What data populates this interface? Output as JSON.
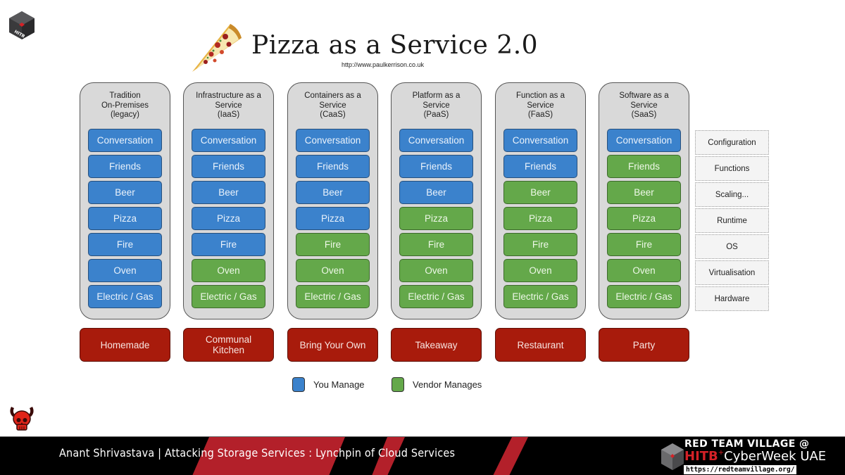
{
  "slide": {
    "title": "Pizza as a Service 2.0",
    "url": "http://www.paulkerrison.co.uk"
  },
  "columns": [
    {
      "header": [
        "Tradition",
        "On-Premises",
        "(legacy)"
      ],
      "analogy": "Homemade",
      "cells": [
        {
          "label": "Conversation",
          "managed_by": "you"
        },
        {
          "label": "Friends",
          "managed_by": "you"
        },
        {
          "label": "Beer",
          "managed_by": "you"
        },
        {
          "label": "Pizza",
          "managed_by": "you"
        },
        {
          "label": "Fire",
          "managed_by": "you"
        },
        {
          "label": "Oven",
          "managed_by": "you"
        },
        {
          "label": "Electric / Gas",
          "managed_by": "you"
        }
      ]
    },
    {
      "header": [
        "Infrastructure as a",
        "Service",
        "(IaaS)"
      ],
      "analogy": "Communal Kitchen",
      "cells": [
        {
          "label": "Conversation",
          "managed_by": "you"
        },
        {
          "label": "Friends",
          "managed_by": "you"
        },
        {
          "label": "Beer",
          "managed_by": "you"
        },
        {
          "label": "Pizza",
          "managed_by": "you"
        },
        {
          "label": "Fire",
          "managed_by": "you"
        },
        {
          "label": "Oven",
          "managed_by": "vendor"
        },
        {
          "label": "Electric / Gas",
          "managed_by": "vendor"
        }
      ]
    },
    {
      "header": [
        "Containers as a",
        "Service",
        "(CaaS)"
      ],
      "analogy": "Bring Your Own",
      "cells": [
        {
          "label": "Conversation",
          "managed_by": "you"
        },
        {
          "label": "Friends",
          "managed_by": "you"
        },
        {
          "label": "Beer",
          "managed_by": "you"
        },
        {
          "label": "Pizza",
          "managed_by": "you"
        },
        {
          "label": "Fire",
          "managed_by": "vendor"
        },
        {
          "label": "Oven",
          "managed_by": "vendor"
        },
        {
          "label": "Electric / Gas",
          "managed_by": "vendor"
        }
      ]
    },
    {
      "header": [
        "Platform as a",
        "Service",
        "(PaaS)"
      ],
      "analogy": "Takeaway",
      "cells": [
        {
          "label": "Conversation",
          "managed_by": "you"
        },
        {
          "label": "Friends",
          "managed_by": "you"
        },
        {
          "label": "Beer",
          "managed_by": "you"
        },
        {
          "label": "Pizza",
          "managed_by": "vendor"
        },
        {
          "label": "Fire",
          "managed_by": "vendor"
        },
        {
          "label": "Oven",
          "managed_by": "vendor"
        },
        {
          "label": "Electric / Gas",
          "managed_by": "vendor"
        }
      ]
    },
    {
      "header": [
        "Function as a",
        "Service",
        "(FaaS)"
      ],
      "analogy": "Restaurant",
      "cells": [
        {
          "label": "Conversation",
          "managed_by": "you"
        },
        {
          "label": "Friends",
          "managed_by": "you"
        },
        {
          "label": "Beer",
          "managed_by": "vendor"
        },
        {
          "label": "Pizza",
          "managed_by": "vendor"
        },
        {
          "label": "Fire",
          "managed_by": "vendor"
        },
        {
          "label": "Oven",
          "managed_by": "vendor"
        },
        {
          "label": "Electric / Gas",
          "managed_by": "vendor"
        }
      ]
    },
    {
      "header": [
        "Software as a",
        "Service",
        "(SaaS)"
      ],
      "analogy": "Party",
      "cells": [
        {
          "label": "Conversation",
          "managed_by": "you"
        },
        {
          "label": "Friends",
          "managed_by": "vendor"
        },
        {
          "label": "Beer",
          "managed_by": "vendor"
        },
        {
          "label": "Pizza",
          "managed_by": "vendor"
        },
        {
          "label": "Fire",
          "managed_by": "vendor"
        },
        {
          "label": "Oven",
          "managed_by": "vendor"
        },
        {
          "label": "Electric / Gas",
          "managed_by": "vendor"
        }
      ]
    }
  ],
  "layers": [
    "Configuration",
    "Functions",
    "Scaling...",
    "Runtime",
    "OS",
    "Virtualisation",
    "Hardware"
  ],
  "legend": {
    "you": {
      "label": "You Manage",
      "color": "#3b82cc"
    },
    "vendor": {
      "label": "Vendor Manages",
      "color": "#64a84a"
    }
  },
  "colors": {
    "analogy_red": "#a81b0c",
    "footer_red": "#b3202a",
    "column_gray": "#d9d9d9"
  },
  "footer": {
    "talk": "Anant Shrivastava | Attacking Storage Services : Lynchpin of Cloud Services",
    "event_line1": "RED TEAM VILLAGE @",
    "event_hitb": "HITB",
    "event_plus": "+",
    "event_rest": "CyberWeek UAE",
    "event_url": "https://redteamvillage.org/"
  }
}
